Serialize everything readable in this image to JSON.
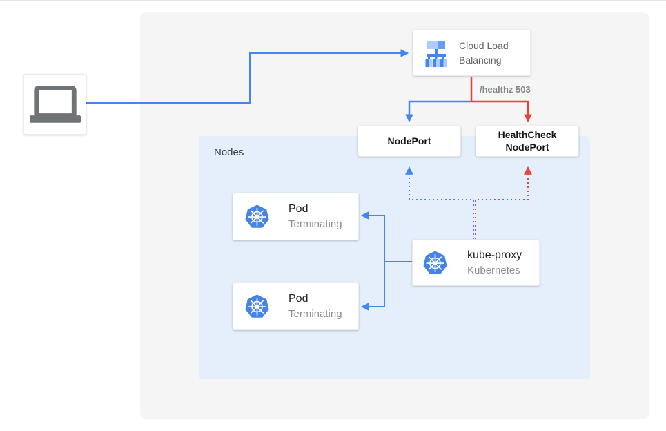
{
  "colors": {
    "blue": "#4285f4",
    "red": "#ea4335",
    "panel_bg": "#f5f5f5",
    "nodes_bg": "#e4effb",
    "gray_text": "#80868b",
    "dark_text": "#212124",
    "k8s_blue": "#4583e4",
    "laptop_gray": "#6e7377"
  },
  "nodes_panel": {
    "label": "Nodes"
  },
  "load_balancer": {
    "label": "Cloud Load Balancing"
  },
  "edge_labels": {
    "healthz": "/healthz 503"
  },
  "nodeport": {
    "label": "NodePort"
  },
  "healthcheck_nodeport": {
    "label": "HealthCheck NodePort"
  },
  "pods": [
    {
      "title": "Pod",
      "status": "Terminating"
    },
    {
      "title": "Pod",
      "status": "Terminating"
    }
  ],
  "kube_proxy": {
    "title": "kube-proxy",
    "subtitle": "Kubernetes"
  }
}
